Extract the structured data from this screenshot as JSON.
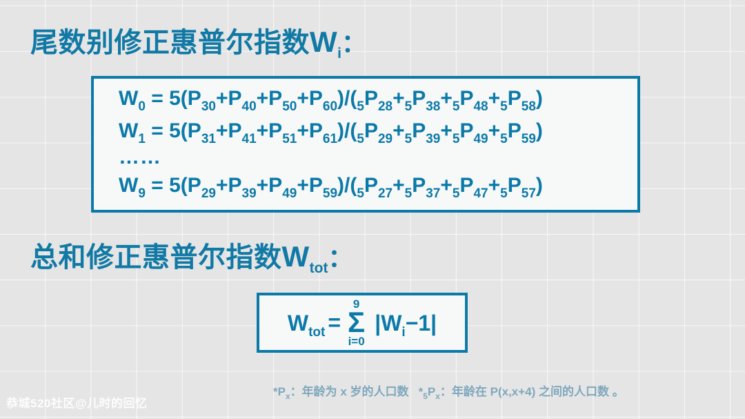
{
  "slide": {
    "background_color": "#e5e5e5",
    "grid_line_color": "#ffffff",
    "accent_color": "#0b7aa8",
    "heading_color": "#1179a5",
    "footnote_color": "#7fa8bd",
    "box_fill_color": "#f7f8f8"
  },
  "heading_1": {
    "text": "尾数别修正惠普尔指数",
    "variable": "W",
    "subscript": "i",
    "colon": "："
  },
  "heading_2": {
    "text": "总和修正惠普尔指数",
    "variable": "W",
    "subscript": "tot",
    "colon": "："
  },
  "main_formula": {
    "lines": [
      {
        "lhs": "W",
        "lhs_sub": "0",
        "eq": " = ",
        "coefficient": "5",
        "numerator": [
          {
            "pre": "",
            "base": "P",
            "sub": "30"
          },
          {
            "pre": "",
            "base": "P",
            "sub": "40"
          },
          {
            "pre": "",
            "base": "P",
            "sub": "50"
          },
          {
            "pre": "",
            "base": "P",
            "sub": "60"
          }
        ],
        "denominator": [
          {
            "pre": "5",
            "base": "P",
            "sub": "28"
          },
          {
            "pre": "5",
            "base": "P",
            "sub": "38"
          },
          {
            "pre": "5",
            "base": "P",
            "sub": "48"
          },
          {
            "pre": "5",
            "base": "P",
            "sub": "58"
          }
        ]
      },
      {
        "lhs": "W",
        "lhs_sub": "1",
        "eq": " = ",
        "coefficient": "5",
        "numerator": [
          {
            "pre": "",
            "base": "P",
            "sub": "31"
          },
          {
            "pre": "",
            "base": "P",
            "sub": "41"
          },
          {
            "pre": "",
            "base": "P",
            "sub": "51"
          },
          {
            "pre": "",
            "base": "P",
            "sub": "61"
          }
        ],
        "denominator": [
          {
            "pre": "5",
            "base": "P",
            "sub": "29"
          },
          {
            "pre": "5",
            "base": "P",
            "sub": "39"
          },
          {
            "pre": "5",
            "base": "P",
            "sub": "49"
          },
          {
            "pre": "5",
            "base": "P",
            "sub": "59"
          }
        ]
      },
      {
        "lhs": "W",
        "lhs_sub": "9",
        "eq": " = ",
        "coefficient": "5",
        "numerator": [
          {
            "pre": "",
            "base": "P",
            "sub": "29"
          },
          {
            "pre": "",
            "base": "P",
            "sub": "39"
          },
          {
            "pre": "",
            "base": "P",
            "sub": "49"
          },
          {
            "pre": "",
            "base": "P",
            "sub": "59"
          }
        ],
        "denominator": [
          {
            "pre": "5",
            "base": "P",
            "sub": "27"
          },
          {
            "pre": "5",
            "base": "P",
            "sub": "37"
          },
          {
            "pre": "5",
            "base": "P",
            "sub": "47"
          },
          {
            "pre": "5",
            "base": "P",
            "sub": "57"
          }
        ]
      }
    ],
    "ellipsis": "……",
    "open_paren": "(",
    "close_paren": ")",
    "slash": "/",
    "plus": "+"
  },
  "sum_formula": {
    "lhs": "W",
    "lhs_sub": "tot",
    "eq": "=",
    "sigma": "Σ",
    "limit_top": "9",
    "limit_bottom": "i=0",
    "body_open": "|W",
    "body_sub": "i",
    "body_close": "−1|"
  },
  "footnote": {
    "marker_1": "*",
    "term_1_base": "P",
    "term_1_sub": "x",
    "text_1": "：年龄为 x 岁的人口数",
    "marker_2": "*",
    "term_2_pre": "5",
    "term_2_base": "P",
    "term_2_sub": "x",
    "text_2": "：年龄在 P(x,x+4) 之间的人口数 。"
  },
  "watermark": {
    "text": "恭城520社区@儿时的回忆"
  }
}
